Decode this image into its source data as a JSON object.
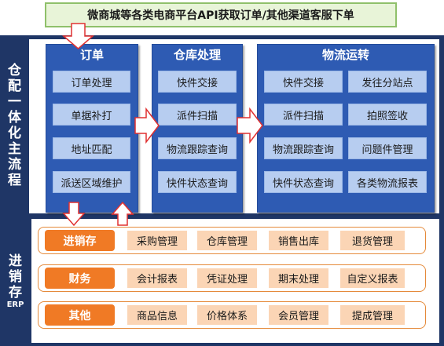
{
  "banner": "微商城等各类电商平台API获取订单/其他渠道客服下单",
  "warehouse_label": "仓\n配\n一\n体\n化\n主\n流\n程",
  "erp_label": "进\n销\n存",
  "erp_label_en": "ERP",
  "columns": {
    "order": {
      "title": "订单",
      "items": [
        "订单处理",
        "单据补打",
        "地址匹配",
        "派送区域维护"
      ]
    },
    "warehouse": {
      "title": "仓库处理",
      "items": [
        "快件交接",
        "派件扫描",
        "物流跟踪查询",
        "快件状态查询"
      ]
    },
    "logistics": {
      "title": "物流运转",
      "left": [
        "快件交接",
        "派件扫描",
        "物流跟踪查询",
        "快件状态查询"
      ],
      "right": [
        "发往分站点",
        "拍照签收",
        "问题件管理",
        "各类物流报表"
      ]
    }
  },
  "erp_rows": [
    {
      "head": "进销存",
      "items": [
        "采购管理",
        "仓库管理",
        "销售出库",
        "退货管理"
      ]
    },
    {
      "head": "财务",
      "items": [
        "会计报表",
        "凭证处理",
        "期末处理",
        "自定义报表"
      ]
    },
    {
      "head": "其他",
      "items": [
        "商品信息",
        "价格体系",
        "会员管理",
        "提成管理"
      ]
    }
  ],
  "colors": {
    "navy": "#1f3666",
    "column_blue": "#2e5bb3",
    "box_blue": "#b7cdf0",
    "orange": "#f07a25",
    "peach": "#fbd5b5",
    "arrow_red": "#e03030"
  }
}
